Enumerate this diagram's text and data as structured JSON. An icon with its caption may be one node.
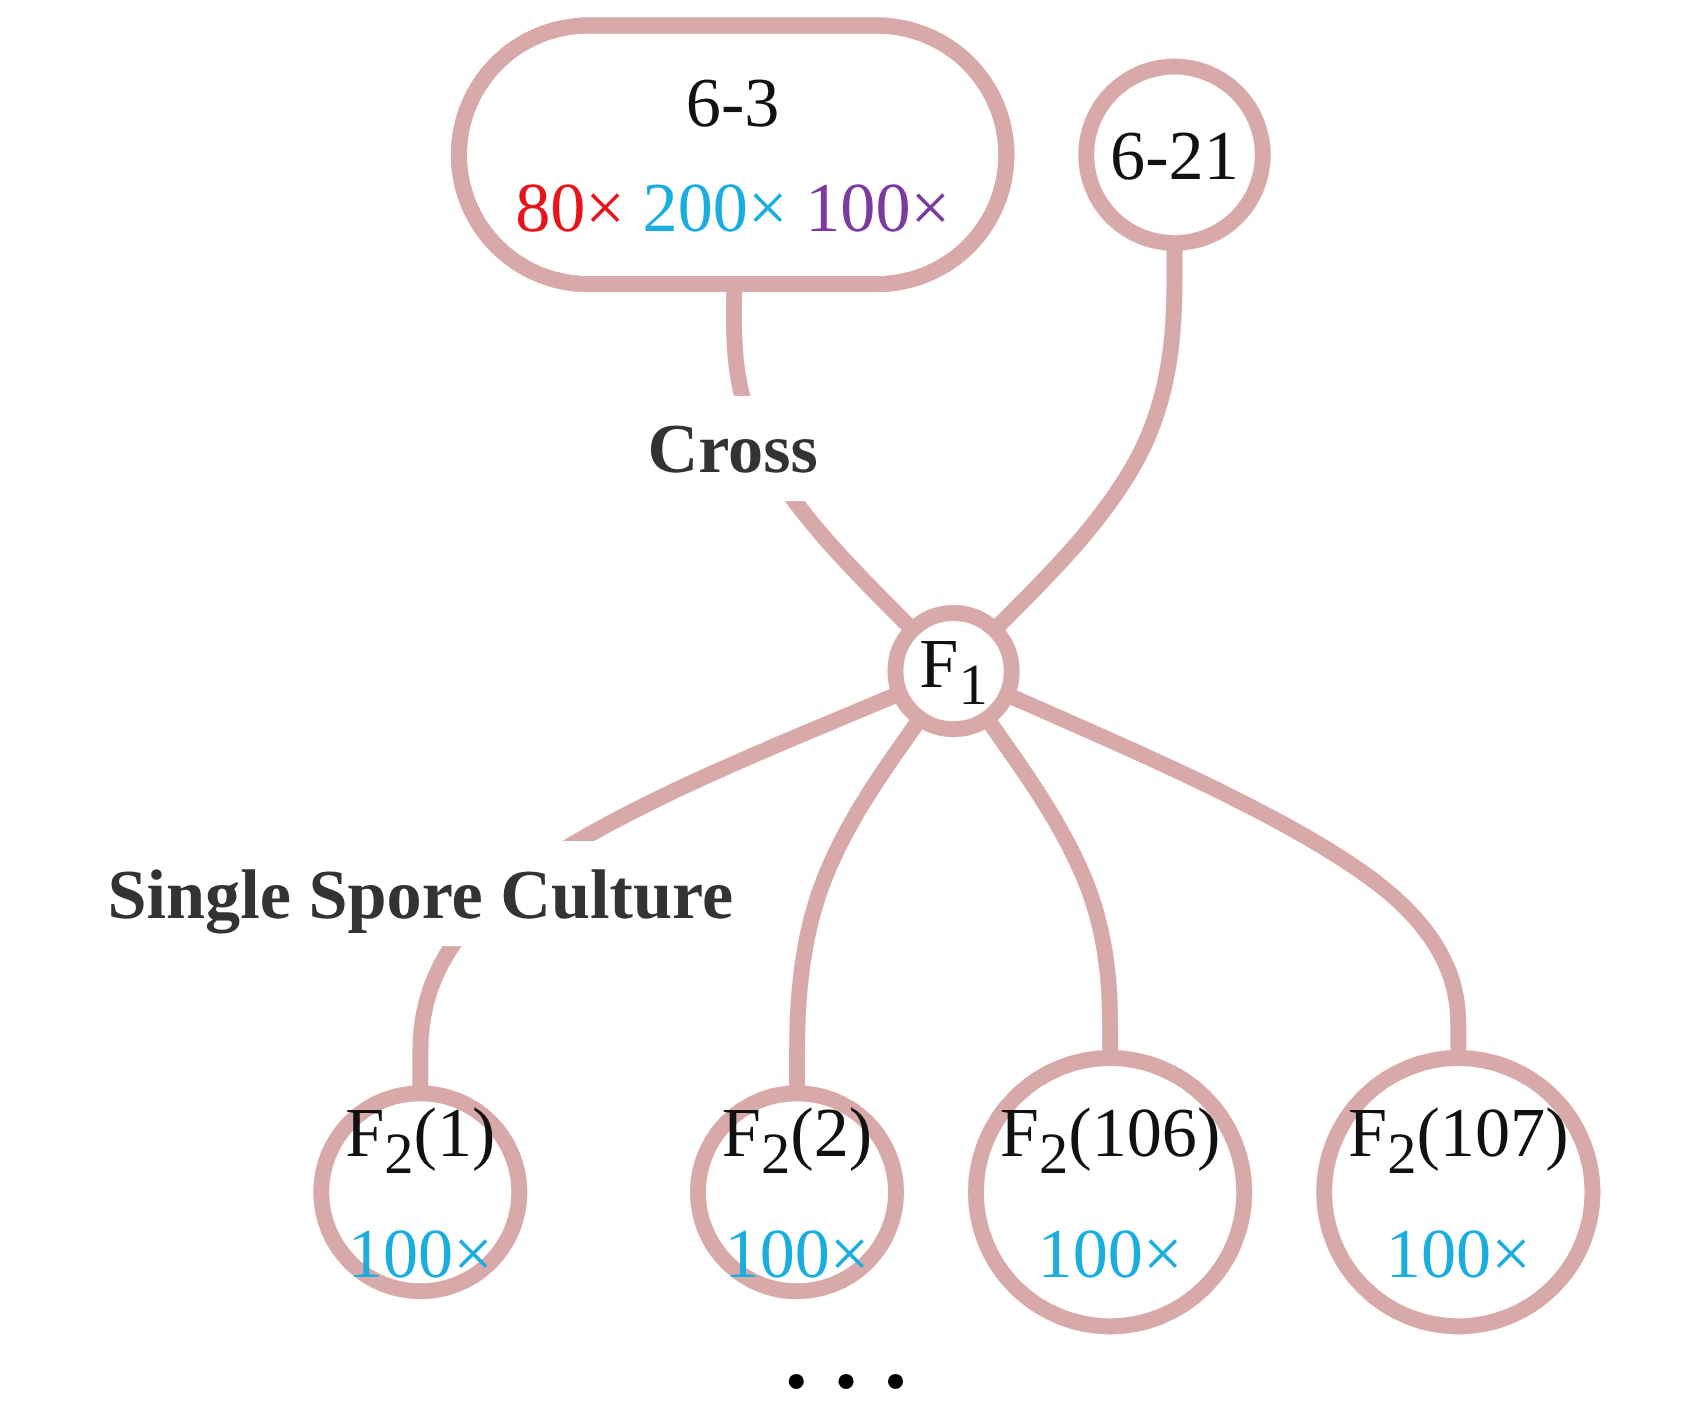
{
  "diagram": {
    "nodes": [
      {
        "text": [
          "6-3",
          "80× 200× 100×"
        ]
      },
      {
        "text": [
          "6-21"
        ]
      },
      {
        "text": [
          "F$_{1}$"
        ]
      },
      {
        "text": [
          "F$_{2}$(1)",
          "100×"
        ]
      },
      {
        "text": [
          "F$_{2}$(2)",
          "100×"
        ]
      },
      {
        "text": [
          "F$_{2}$(106)",
          "100×"
        ]
      },
      {
        "text": [
          "F$_{2}$(107)",
          "100×"
        ]
      }
    ],
    "edges": [
      {
        "from": 0,
        "to": 2,
        "arrow": "none",
        "label": "Cross"
      },
      {
        "from": 1,
        "to": 2,
        "arrow": "none"
      },
      {
        "from": 2,
        "to": 3,
        "arrow": "none",
        "label": "Single Spore Culture"
      },
      {
        "from": 2,
        "to": 4,
        "arrow": "none"
      },
      {
        "from": 2,
        "to": 5,
        "arrow": "none"
      },
      {
        "from": 2,
        "to": 6,
        "arrow": "none"
      }
    ],
    "labels": [
      "• • •"
    ]
  }
}
